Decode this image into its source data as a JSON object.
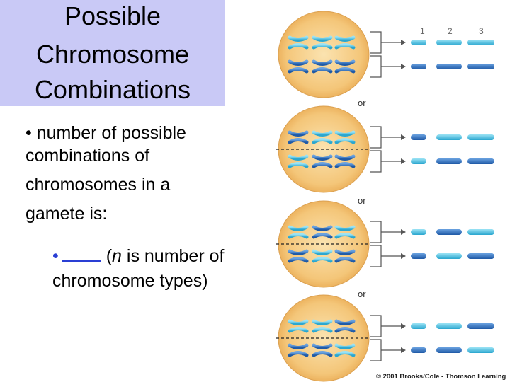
{
  "title": {
    "lines": [
      "Possible",
      "Chromosome",
      "Combinations"
    ]
  },
  "bullet1": {
    "lines": [
      "• number of possible",
      "combinations of",
      "chromosomes in a",
      "gamete is:"
    ]
  },
  "bullet2": {
    "dot": "•",
    "paren_open": " (",
    "var": "n",
    "rest": " is number of",
    "line2": "chromosome types)"
  },
  "diagram": {
    "column_numbers": [
      "1",
      "2",
      "3"
    ],
    "separators": [
      "or",
      "or",
      "or"
    ],
    "credit": "© 2001 Brooks/Cole - Thomson Learning"
  },
  "colors": {
    "title_bg": "#c9c9f6",
    "cell_fill": "#f5c77a",
    "chromosome_light": "#3ab6d8",
    "chromosome_dark": "#2a6ab8",
    "bullet_blue": "#2a3fd4"
  }
}
